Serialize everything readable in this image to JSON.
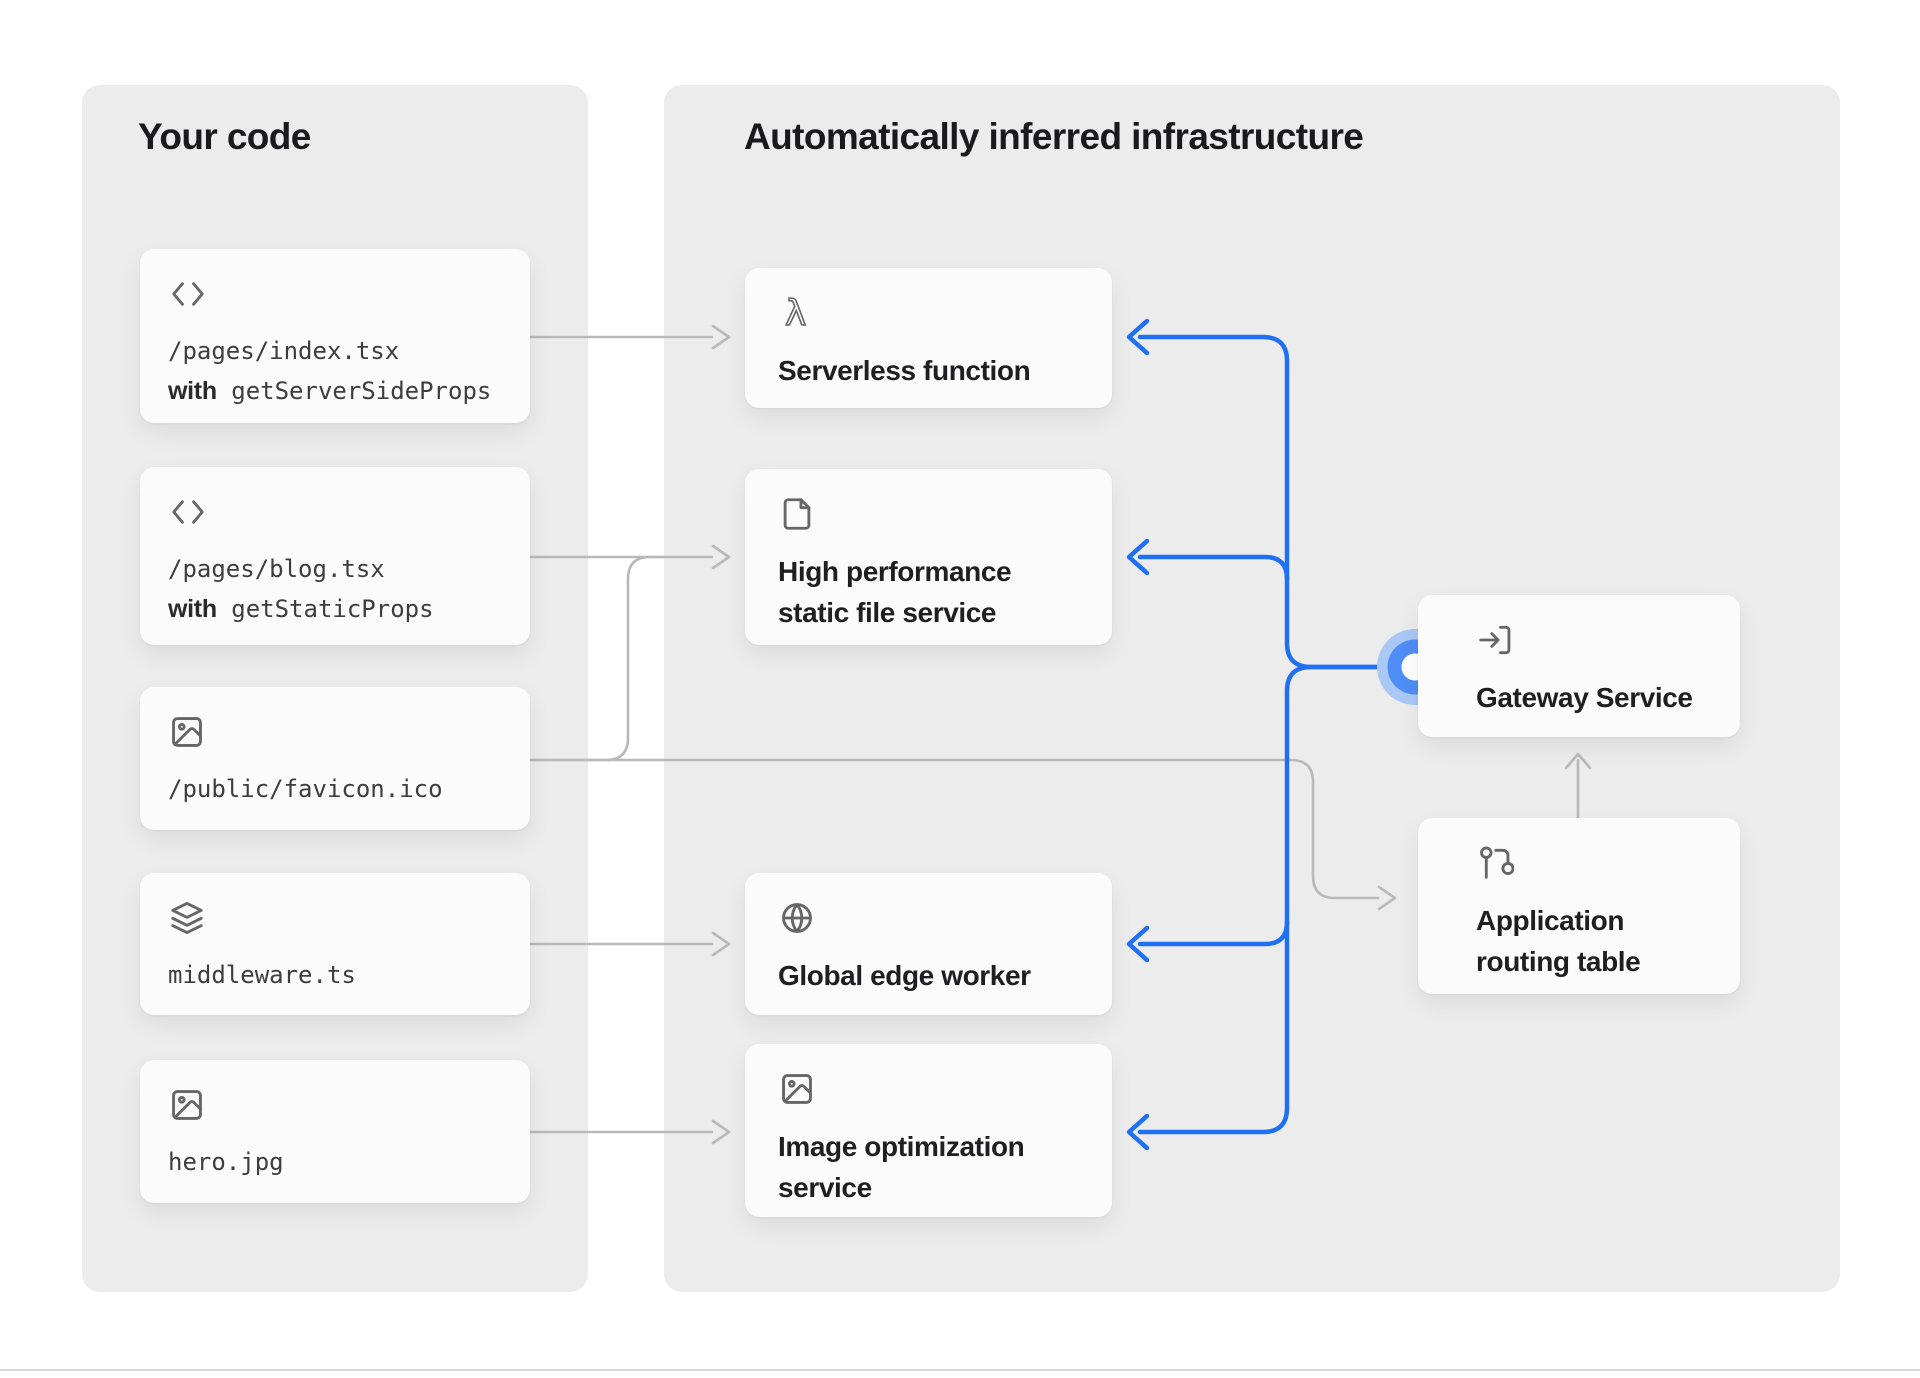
{
  "colors": {
    "panel_bg": "#ececec",
    "card_bg": "#fbfbfb",
    "accent_blue": "#2070f4",
    "circle_mid_blue": "#4f8ef7",
    "circle_outer_blue": "#a9c8f6",
    "connector_gray": "#b9b9b9",
    "icon_gray": "#666666",
    "heading": "#1a1a1c",
    "mono_text": "#3d3d3f",
    "separator": "#d8d8d8"
  },
  "your_code": {
    "title": "Your code",
    "cards": [
      {
        "icon": "code-icon",
        "path": "/pages/index.tsx",
        "with_label": "with",
        "with_code": "getServerSideProps"
      },
      {
        "icon": "code-icon",
        "path": "/pages/blog.tsx",
        "with_label": "with",
        "with_code": "getStaticProps"
      },
      {
        "icon": "image-icon",
        "path": "/public/favicon.ico"
      },
      {
        "icon": "layers-icon",
        "path": "middleware.ts"
      },
      {
        "icon": "image-icon",
        "path": "hero.jpg"
      }
    ]
  },
  "infrastructure": {
    "title": "Automatically inferred infrastructure",
    "services": [
      {
        "icon": "lambda-icon",
        "label": "Serverless function"
      },
      {
        "icon": "file-icon",
        "label": "High performance static file service"
      },
      {
        "icon": "globe-icon",
        "label": "Global edge worker"
      },
      {
        "icon": "image-icon",
        "label": "Image optimization service"
      }
    ],
    "gateway": {
      "icon": "sign-in-icon",
      "label": "Gateway Service"
    },
    "routing_table": {
      "icon": "routes-icon",
      "label": "Application routing table"
    }
  }
}
